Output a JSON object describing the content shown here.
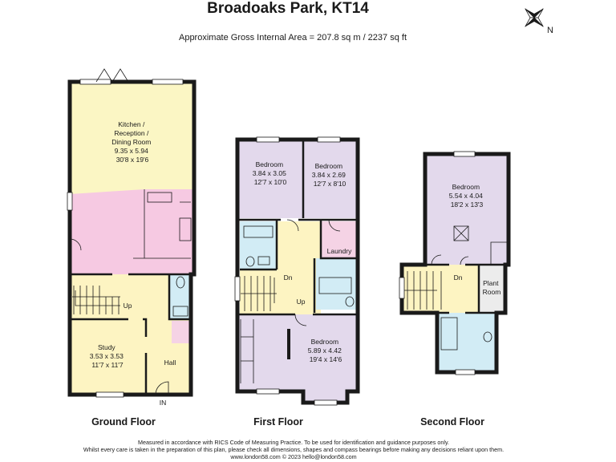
{
  "header": {
    "title": "Broadoaks Park, KT14",
    "subtitle": "Approximate Gross Internal Area = 207.8 sq m / 2237 sq ft"
  },
  "compass": {
    "north_label": "N"
  },
  "floors": {
    "ground": {
      "label": "Ground Floor",
      "entrance_label": "IN",
      "rooms": {
        "kitchen": {
          "name_lines": [
            "Kitchen /",
            "Reception /",
            "Dining Room"
          ],
          "metric": "9.35 x 5.94",
          "imperial": "30'8 x 19'6"
        },
        "study": {
          "name": "Study",
          "metric": "3.53 x 3.53",
          "imperial": "11'7 x 11'7"
        },
        "stairs": {
          "label": "Up"
        },
        "hall": {
          "name": "Hall"
        }
      }
    },
    "first": {
      "label": "First Floor",
      "rooms": {
        "bedroom_a": {
          "name": "Bedroom",
          "metric": "3.84 x 3.05",
          "imperial": "12'7 x 10'0"
        },
        "bedroom_b": {
          "name": "Bedroom",
          "metric": "3.84 x 2.69",
          "imperial": "12'7 x 8'10"
        },
        "laundry": {
          "name": "Laundry"
        },
        "stairs": {
          "down": "Dn",
          "up": "Up"
        },
        "bedroom_main": {
          "name": "Bedroom",
          "metric": "5.89 x 4.42",
          "imperial": "19'4 x 14'6"
        }
      }
    },
    "second": {
      "label": "Second Floor",
      "rooms": {
        "bedroom": {
          "name": "Bedroom",
          "metric": "5.54 x 4.04",
          "imperial": "18'2 x 13'3"
        },
        "stairs": {
          "down": "Dn"
        },
        "plant_room": {
          "name_lines": [
            "Plant",
            "Room"
          ]
        }
      }
    }
  },
  "footer": {
    "line1": "Measured in accordance with RICS Code of Measuring Practice. To be used for identification and guidance purposes only.",
    "line2": "Whilst every care is taken in the preparation of this plan, please check all dimensions, shapes and compass bearings before making any decisions reliant upon them.",
    "line3": "www.london58.com © 2023 hello@london58.com"
  },
  "colors": {
    "kitchen": "#fbf6c4",
    "kitchen_pink": "#f6c9e2",
    "hall_yellow": "#fdf4c2",
    "bedroom_purple": "#e3d9ec",
    "bathroom_blue": "#d2ecf5",
    "laundry_pink": "#f5d3e5",
    "plant_grey": "#ececec",
    "wall": "#1a1a1a"
  }
}
